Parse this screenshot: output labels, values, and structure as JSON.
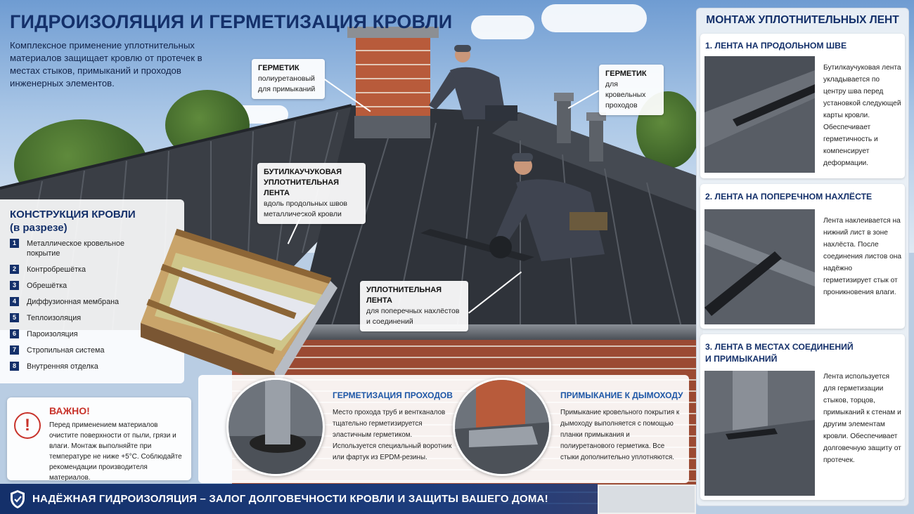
{
  "title": "ГИДРОИЗОЛЯЦИЯ И ГЕРМЕТИЗАЦИЯ КРОВЛИ",
  "intro": "Комплексное применение уплотнительных материалов защищает кровлю от протечек в местах стыков, примыканий и проходов инженерных элементов.",
  "callouts": {
    "sealant_chimney": {
      "title": "ГЕРМЕТИК",
      "text": "полиуретановый для примыканий"
    },
    "sealant_pass": {
      "title": "ГЕРМЕТИК",
      "text": "для кровельных проходов"
    },
    "butyl_tape": {
      "title": "БУТИЛКАУЧУКОВАЯ УПЛОТНИТЕЛЬНАЯ ЛЕНТА",
      "text": "вдоль продольных швов металлической кровли"
    },
    "sealing_tape": {
      "title": "УПЛОТНИТЕЛЬНАЯ ЛЕНТА",
      "text": "для поперечных нахлёстов и соединений"
    }
  },
  "construction": {
    "title_line1": "КОНСТРУКЦИЯ КРОВЛИ",
    "title_line2": "(в разрезе)",
    "layers": [
      {
        "n": "1",
        "label": "Металлическое кровельное покрытие"
      },
      {
        "n": "2",
        "label": "Контробрешётка"
      },
      {
        "n": "3",
        "label": "Обрешётка"
      },
      {
        "n": "4",
        "label": "Диффузионная мембрана"
      },
      {
        "n": "5",
        "label": "Теплоизоляция"
      },
      {
        "n": "6",
        "label": "Пароизоляция"
      },
      {
        "n": "7",
        "label": "Стропильная система"
      },
      {
        "n": "8",
        "label": "Внутренняя отделка"
      }
    ]
  },
  "warning": {
    "icon": "exclamation-icon",
    "title": "ВАЖНО!",
    "text": "Перед применением материалов очистите поверхности от пыли, грязи и влаги. Монтаж выполняйте при температуре не ниже +5°С. Соблюдайте рекомендации производителя материалов."
  },
  "details": {
    "passes": {
      "title": "ГЕРМЕТИЗАЦИЯ ПРОХОДОВ",
      "text": "Место прохода труб и вентканалов тщательно герметизируется эластичным герметиком. Используется специальный воротник или фартук из EPDM-резины."
    },
    "chimney": {
      "title": "ПРИМЫКАНИЕ К ДЫМОХОДУ",
      "text": "Примыкание кровельного покрытия к дымоходу выполняется с помощью планки примыкания и полиуретанового герметика. Все стыки дополнительно уплотняются."
    }
  },
  "install": {
    "title": "МОНТАЖ УПЛОТНИТЕЛЬНЫХ ЛЕНТ",
    "steps": [
      {
        "title": "1. ЛЕНТА НА ПРОДОЛЬНОМ ШВЕ",
        "text": "Бутилкаучуковая лента укладывается по центру шва перед установкой следующей карты кровли. Обеспечивает герметичность и компенсирует деформации."
      },
      {
        "title": "2. ЛЕНТА НА ПОПЕРЕЧНОМ НАХЛЁСТЕ",
        "text": "Лента наклеивается на нижний лист в зоне нахлёста. После соединения листов она надёжно герметизирует стык от проникновения влаги."
      },
      {
        "title_line1": "3. ЛЕНТА В МЕСТАХ СОЕДИНЕНИЙ",
        "title_line2": "И ПРИМЫКАНИЙ",
        "text": "Лента используется для герметизации стыков, торцов, примыканий к стенам и другим элементам кровли. Обеспечивает долговечную защиту от протечек."
      }
    ]
  },
  "footer": {
    "icon": "shield-icon",
    "text": "НАДЁЖНАЯ ГИДРОИЗОЛЯЦИЯ – ЗАЛОГ ДОЛГОВЕЧНОСТИ КРОВЛИ И ЗАЩИТЫ ВАШЕГО ДОМА!"
  },
  "colors": {
    "brand": "#14306a",
    "accent": "#1e58a8",
    "warning": "#c8332b",
    "roof": "#3c4048"
  }
}
